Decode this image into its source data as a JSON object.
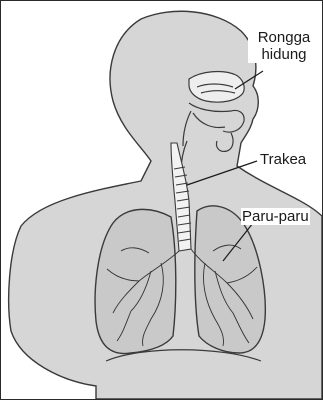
{
  "diagram": {
    "labels": {
      "nasal_cavity_line1": "Rongga",
      "nasal_cavity_line2": "hidung",
      "trachea": "Trakea",
      "lungs": "Paru-paru"
    }
  }
}
